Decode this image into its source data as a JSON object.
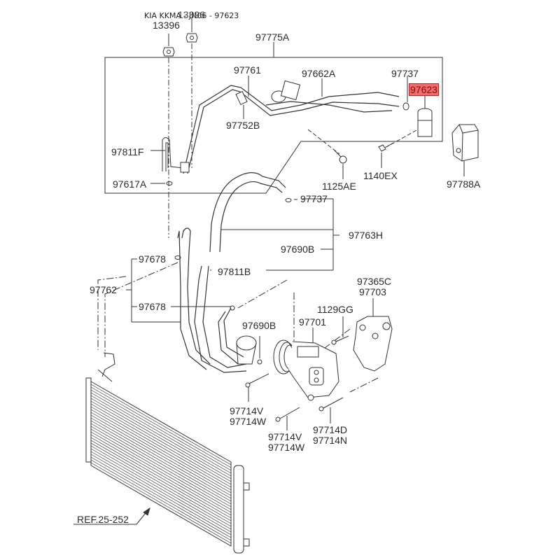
{
  "header": {
    "title": "KIA KKMA - JN06 - 97623"
  },
  "highlight": {
    "part_number": "97623",
    "color": "#f36b6b",
    "border_color": "#c82020"
  },
  "parts": {
    "p13396_a": "13396",
    "p13396_b": "13396",
    "p97775A": "97775A",
    "p97761": "97761",
    "p97662A": "97662A",
    "p97737_top": "97737",
    "p97623": "97623",
    "p97752B": "97752B",
    "p97811F": "97811F",
    "p97617A": "97617A",
    "p1125AE": "1125AE",
    "p1140EX": "1140EX",
    "p97788A": "97788A",
    "p97737_mid": "97737",
    "p97763H": "97763H",
    "p97690B_mid": "97690B",
    "p97811B": "97811B",
    "p97678_a": "97678",
    "p97762": "97762",
    "p97678_b": "97678",
    "p97365C": "97365C",
    "p97703": "97703",
    "p1129GG": "1129GG",
    "p97690B_low": "97690B",
    "p97701": "97701",
    "p97714V_a": "97714V",
    "p97714W_a": "97714W",
    "p97714V_b": "97714V",
    "p97714W_b": "97714W",
    "p97714D": "97714D",
    "p97714N": "97714N",
    "ref": "REF.25-252"
  }
}
